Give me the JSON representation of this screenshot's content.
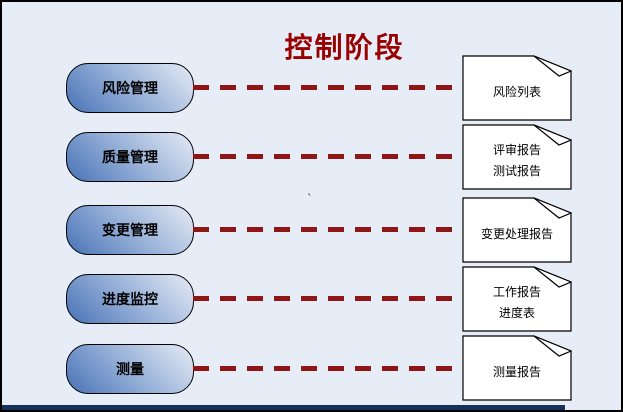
{
  "diagram": {
    "title": "控制阶段",
    "stray_mark": "`",
    "rows": [
      {
        "id": "risk",
        "process": "风险管理",
        "outputs": [
          "风险列表"
        ]
      },
      {
        "id": "quality",
        "process": "质量管理",
        "outputs": [
          "评审报告",
          "测试报告"
        ]
      },
      {
        "id": "change",
        "process": "变更管理",
        "outputs": [
          "变更处理报告"
        ]
      },
      {
        "id": "progress",
        "process": "进度监控",
        "outputs": [
          "工作报告",
          "进度表"
        ]
      },
      {
        "id": "measure",
        "process": "测量",
        "outputs": [
          "测量报告"
        ]
      }
    ],
    "colors": {
      "background": "#e7edf7",
      "outer_border": "#000000",
      "title_red": "#990000",
      "connector_red": "#8e1616",
      "box_gradient_dark": "#4872b6",
      "box_gradient_light": "#e6ebf5",
      "document_fill": "#ffffff",
      "bottom_bar_navy": "#15325f"
    }
  }
}
